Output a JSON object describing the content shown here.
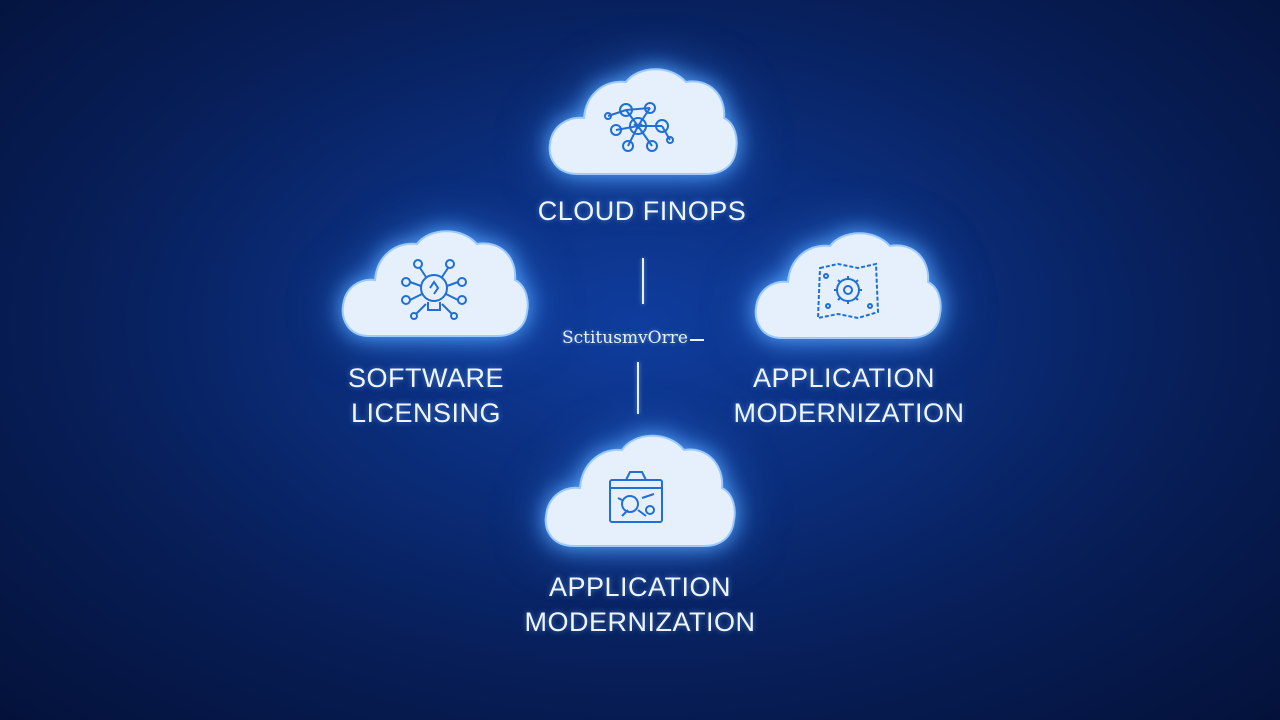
{
  "center": {
    "label": "SctitusmvOrre"
  },
  "nodes": {
    "top": {
      "label_line1": "CLOUD FINOPS",
      "icon": "network-brain-icon"
    },
    "left": {
      "label_line1": "SOFTWARE",
      "label_line2": "LICENSING",
      "icon": "hub-lightbulb-icon"
    },
    "right": {
      "label_line1": "APPLICATION",
      "label_line2": "MODERNIZATION",
      "icon": "gear-map-icon"
    },
    "bottom": {
      "label_line1": "APPLICATION",
      "label_line2": "MODERNIZATION",
      "icon": "server-box-icon"
    }
  },
  "colors": {
    "background": "#0a2c78",
    "cloud_fill": "#e6f0fc",
    "icon_stroke": "#1f6fd6",
    "text": "#eef5ff",
    "glow": "#5aaaff"
  }
}
